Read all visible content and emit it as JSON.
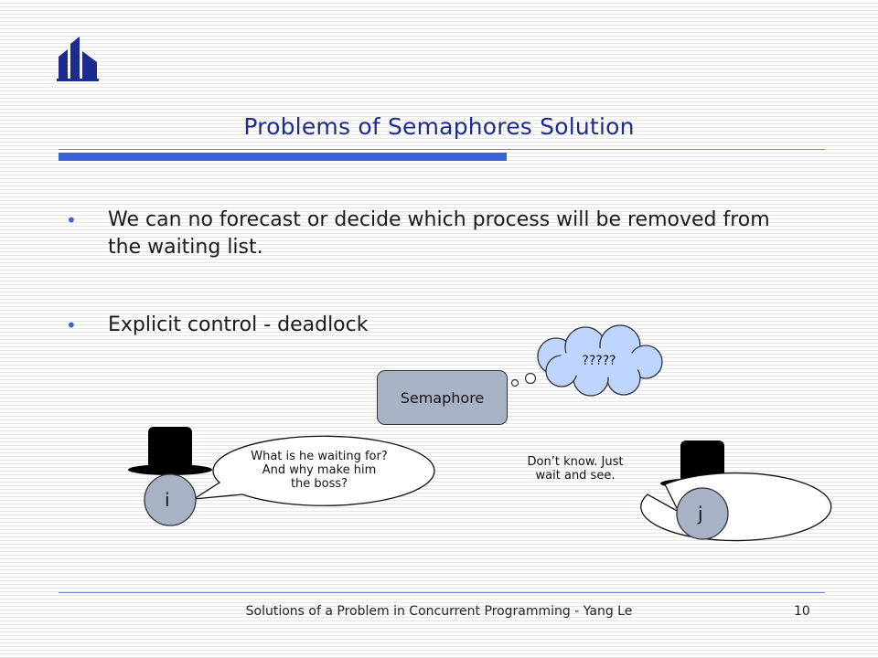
{
  "slide": {
    "title": "Problems of Semaphores Solution",
    "bullets": [
      "We can no forecast or decide which process will be removed from the waiting list.",
      "Explicit control  - deadlock"
    ],
    "bullet_symbol": "•"
  },
  "diagram": {
    "semaphore_label": "Semaphore",
    "thought_text": "?????",
    "process_i": {
      "label": "i",
      "speech": "What is he waiting for? And why make him the boss?"
    },
    "process_j": {
      "label": "j",
      "speech": "Don’t know. Just wait and see."
    }
  },
  "footer": {
    "text": "Solutions of a Problem in Concurrent Programming - Yang Le",
    "page_number": "10"
  },
  "colors": {
    "title": "#1c2c8c",
    "accent": "#3a62d6",
    "node_fill": "#a7b2c4"
  }
}
